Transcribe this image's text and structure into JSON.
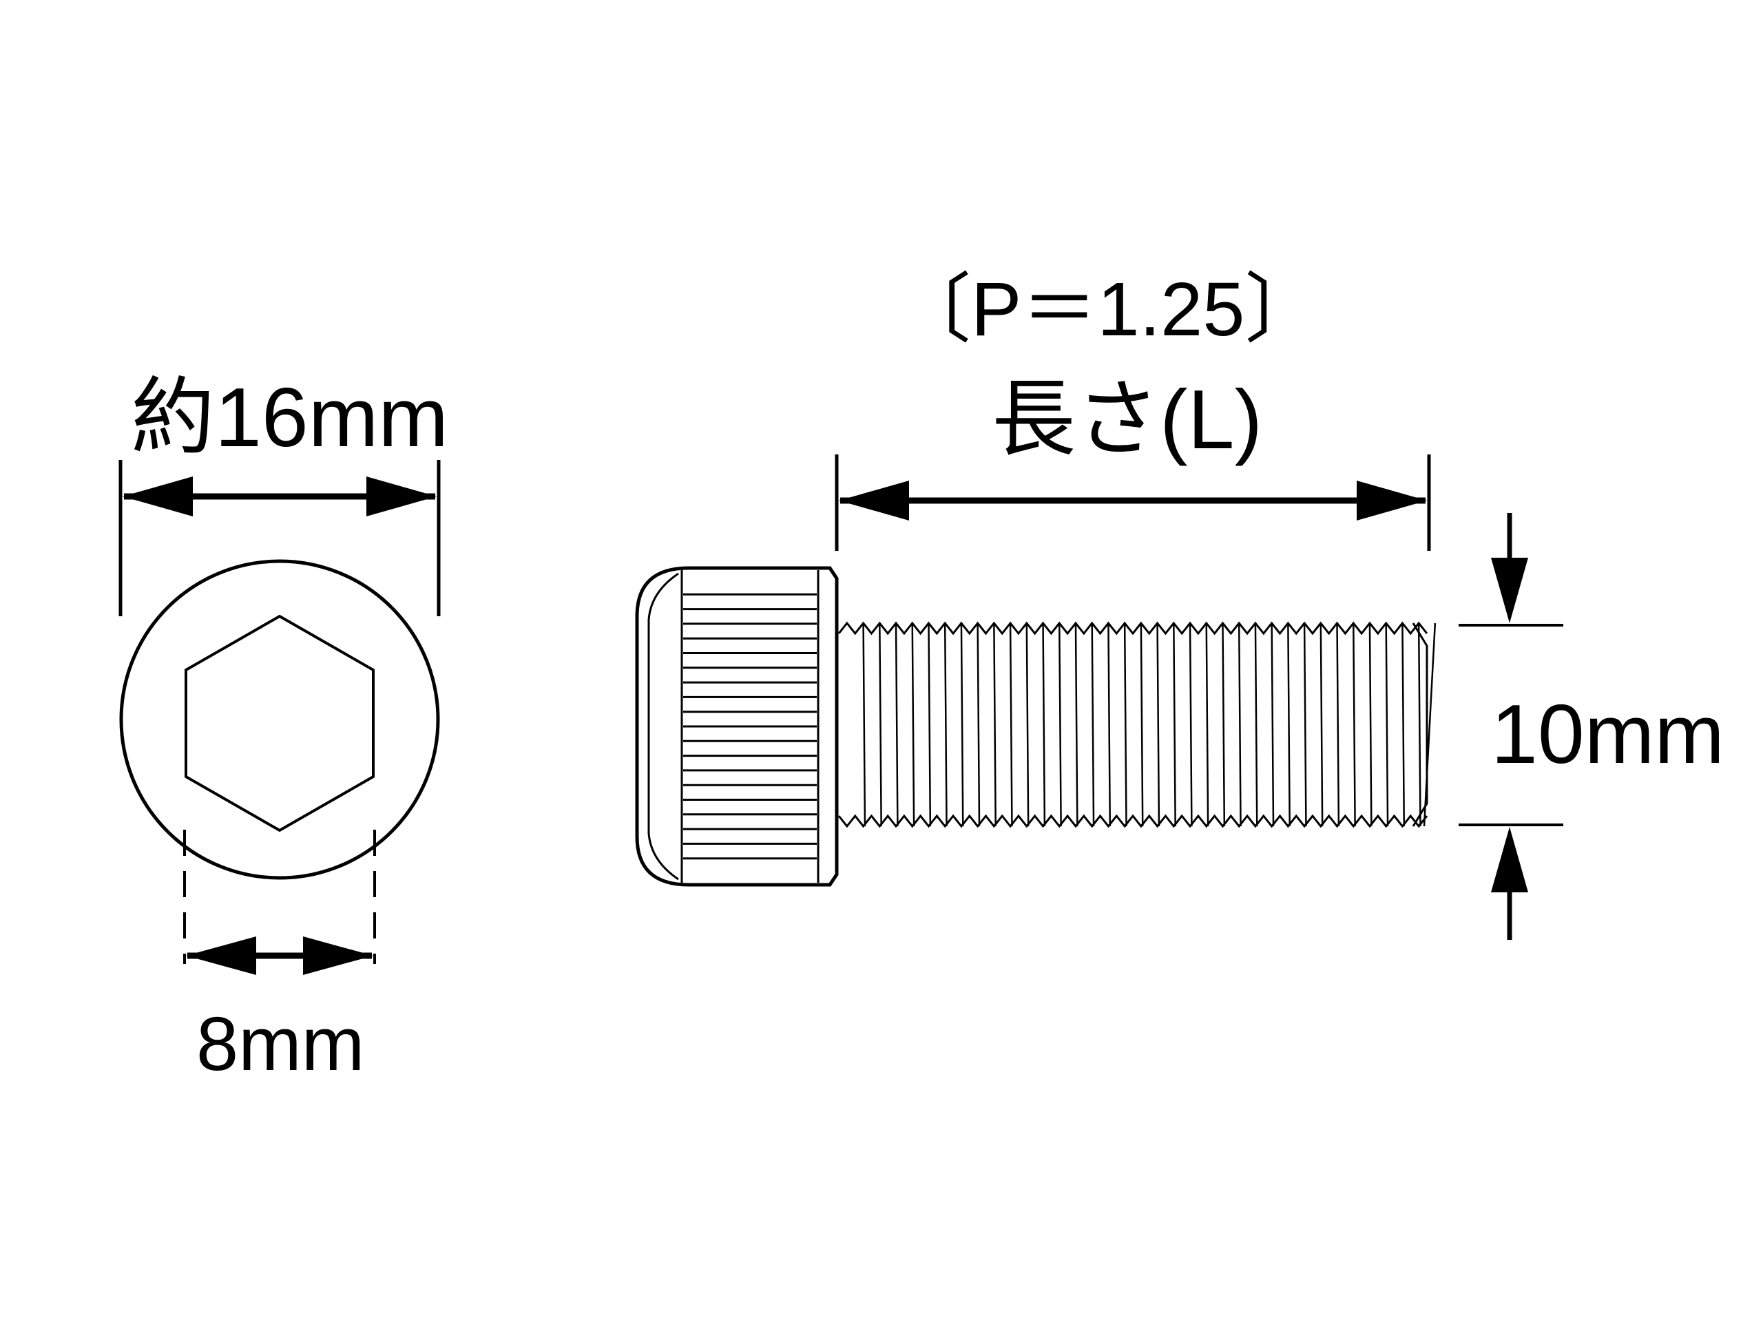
{
  "labels": {
    "head_diameter": "約16mm",
    "hex_socket": "8mm",
    "pitch": "〔P＝1.25〕",
    "length": "長さ(L)",
    "thread_diameter": "10mm"
  },
  "colors": {
    "ink": "#000000",
    "background": "#ffffff"
  },
  "thread": {
    "visible_crest_count": 36
  },
  "knurl": {
    "ridge_count": 20
  }
}
